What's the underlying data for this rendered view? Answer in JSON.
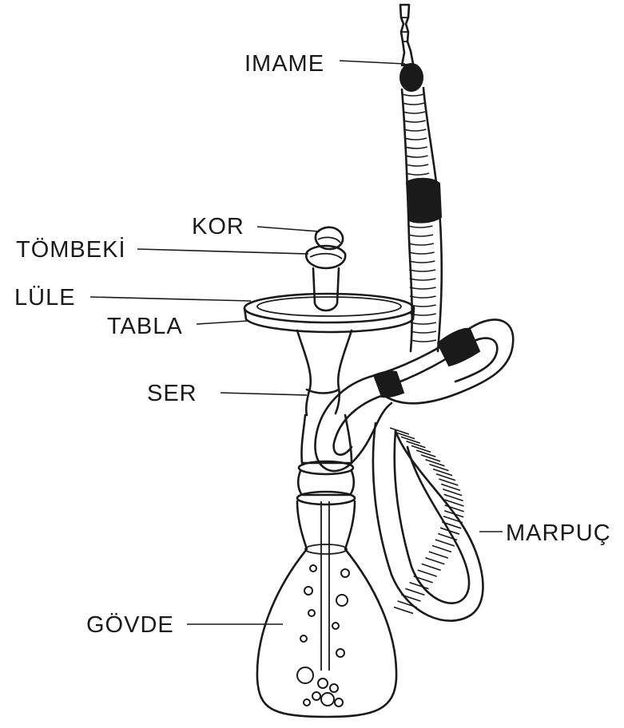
{
  "diagram": {
    "labels": {
      "imame": "IMAME",
      "kor": "KOR",
      "tombeki": "TÖMBEKİ",
      "lule": "LÜLE",
      "tabla": "TABLA",
      "ser": "SER",
      "marpuc": "MARPUÇ",
      "govde": "GÖVDE"
    },
    "ink_color": "#1a1a1a",
    "background_color": "#ffffff"
  }
}
